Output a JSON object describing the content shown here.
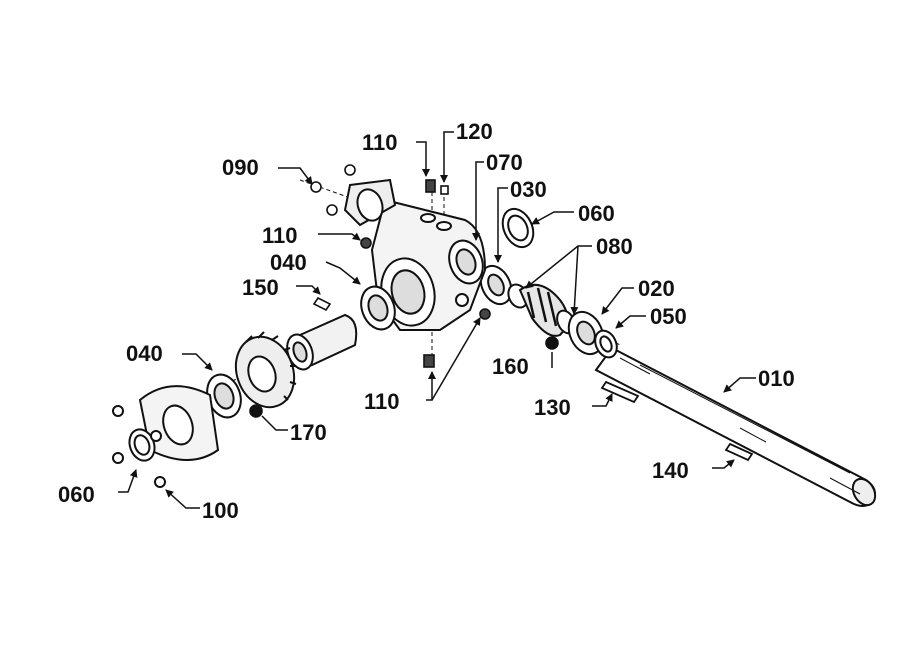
{
  "diagram": {
    "callouts": [
      {
        "id": "c090",
        "text": "090"
      },
      {
        "id": "c110a",
        "text": "110"
      },
      {
        "id": "c120",
        "text": "120"
      },
      {
        "id": "c070",
        "text": "070"
      },
      {
        "id": "c030",
        "text": "030"
      },
      {
        "id": "c060a",
        "text": "060"
      },
      {
        "id": "c110b",
        "text": "110"
      },
      {
        "id": "c040a",
        "text": "040"
      },
      {
        "id": "c080",
        "text": "080"
      },
      {
        "id": "c150",
        "text": "150"
      },
      {
        "id": "c020",
        "text": "020"
      },
      {
        "id": "c050",
        "text": "050"
      },
      {
        "id": "c040b",
        "text": "040"
      },
      {
        "id": "c160",
        "text": "160"
      },
      {
        "id": "c010",
        "text": "010"
      },
      {
        "id": "c110c",
        "text": "110"
      },
      {
        "id": "c130",
        "text": "130"
      },
      {
        "id": "c170",
        "text": "170"
      },
      {
        "id": "c140",
        "text": "140"
      },
      {
        "id": "c060b",
        "text": "060"
      },
      {
        "id": "c100",
        "text": "100"
      }
    ],
    "colors": {
      "line": "#111111",
      "fill": "#ffffff",
      "shade": "#d9d9d9",
      "dark": "#555555"
    }
  }
}
